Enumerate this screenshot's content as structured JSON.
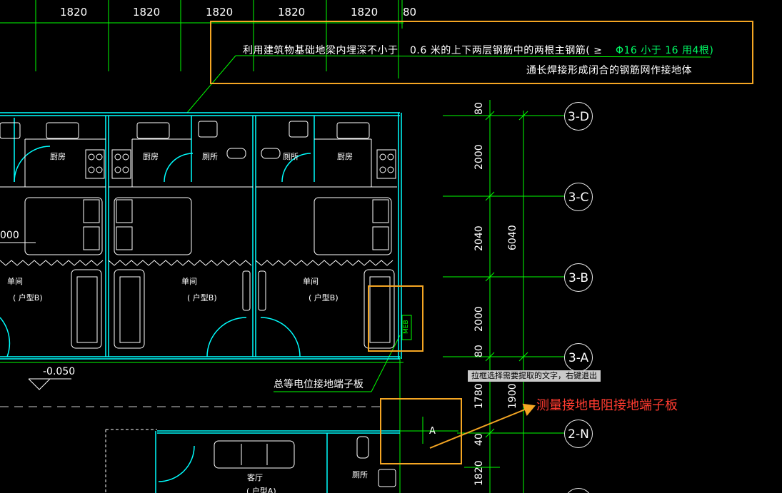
{
  "top_dims": [
    "1820",
    "1820",
    "1820",
    "1820",
    "1820",
    "80"
  ],
  "notes": {
    "line1a": "利用建筑物基础地梁内埋深不小于",
    "line1b": "0.6 米的上下两层钢筋中的两根主钢筋( ≥",
    "line1c": "Φ16 小于 16 用4根)",
    "line2": "通长焊接形成闭合的钢筋网作接地体"
  },
  "rooms": {
    "kitchen": "厨房",
    "toilet": "厕所",
    "single_room": "单间",
    "type_b": "( 户型B)",
    "living_room": "客厅",
    "type_a": "( 户型A)"
  },
  "left_cut_text": "000",
  "level": "-0.050",
  "terminal_label": "总等电位接地端子板",
  "meb_label": "MEB",
  "point_a": "A",
  "right_dims": [
    "80",
    "2000",
    "2040",
    "2000",
    "80",
    "1780",
    "40",
    "1820"
  ],
  "total_dim": "6040",
  "dim_1900": "1900",
  "axis_bubbles": [
    "3-D",
    "3-C",
    "3-B",
    "3-A",
    "2-N"
  ],
  "tooltip": "拉框选择需要提取的文字，右键退出",
  "annotation": "测量接地电阻接地端子板",
  "colors": {
    "grid_green": "#00ff00",
    "wall_cyan": "#00ffff",
    "highlight_orange": "#f5a623",
    "annotation_red": "#ff3b30"
  }
}
